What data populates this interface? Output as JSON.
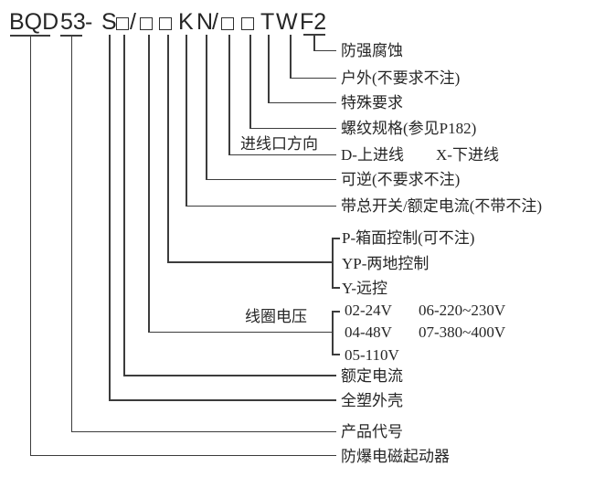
{
  "colors": {
    "background": "#ffffff",
    "line": "#3c3c3c",
    "text": "#262626"
  },
  "model_code": {
    "full_code": "BQD53-S□/□□KN/□□TWF2",
    "parts": [
      "BQD",
      "53",
      "-",
      "S",
      "/",
      "K",
      "N",
      "/",
      "T",
      "W",
      "F2"
    ],
    "placeholder_box_count": 5
  },
  "annotations": {
    "anti_strong_corrosion": "防强腐蚀",
    "outdoor": "户外(不要求不注)",
    "special_requirements": "特殊要求",
    "thread_spec": "螺纹规格(参见P182)",
    "inlet_direction": {
      "label": "进线口方向",
      "up": "D-上进线",
      "down": "X-下进线"
    },
    "reversible": "可逆(不要求不注)",
    "main_switch": "带总开关/额定电流(不带不注)",
    "control_mode": {
      "options": [
        "P-箱面控制(可不注)",
        "YP-两地控制",
        "Y-远控"
      ]
    },
    "coil_voltage": {
      "label": "线圈电压",
      "column1": [
        "02-24V",
        "04-48V",
        "05-110V"
      ],
      "column2": [
        "06-220~230V",
        "07-380~400V"
      ]
    },
    "rated_current": "额定电流",
    "plastic_enclosure": "全塑外壳",
    "product_code": "产品代号",
    "product_name": "防爆电磁起动器"
  }
}
